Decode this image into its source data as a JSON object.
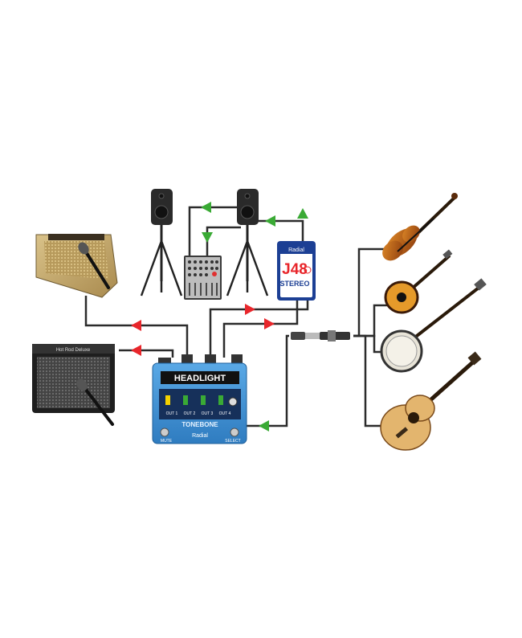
{
  "devices": {
    "headlight": {
      "brand_text": "HEADLIGHT",
      "brand_sub": "TONEBONE",
      "maker": "Radial",
      "led_labels": [
        "OUT 1",
        "OUT 2",
        "OUT 3",
        "OUT 4"
      ],
      "left_foot_label": "MUTE",
      "right_foot_label": "SELECT"
    },
    "di_box": {
      "model": "J48",
      "sub": "STEREO",
      "maker": "Radial"
    },
    "amp_black": {
      "badge": "Hot Rod Deluxe"
    }
  },
  "icons": {
    "speaker_left": "pa-speaker-icon",
    "speaker_right": "pa-speaker-icon",
    "mixer": "mixer-icon",
    "violin": "violin-icon",
    "mandolin": "mandolin-icon",
    "banjo": "banjo-icon",
    "guitar": "acoustic-guitar-icon",
    "amp_tweed": "tweed-amp-icon",
    "amp_black": "black-amp-icon",
    "mic": "microphone-icon"
  },
  "colors": {
    "cable": "#2b2b2b",
    "arrow_red": "#e8262b",
    "arrow_green": "#3aaa35",
    "pedal_blue": "#3f8fd2",
    "di_blue": "#1c3f94",
    "tweed": "#c9ae72"
  }
}
